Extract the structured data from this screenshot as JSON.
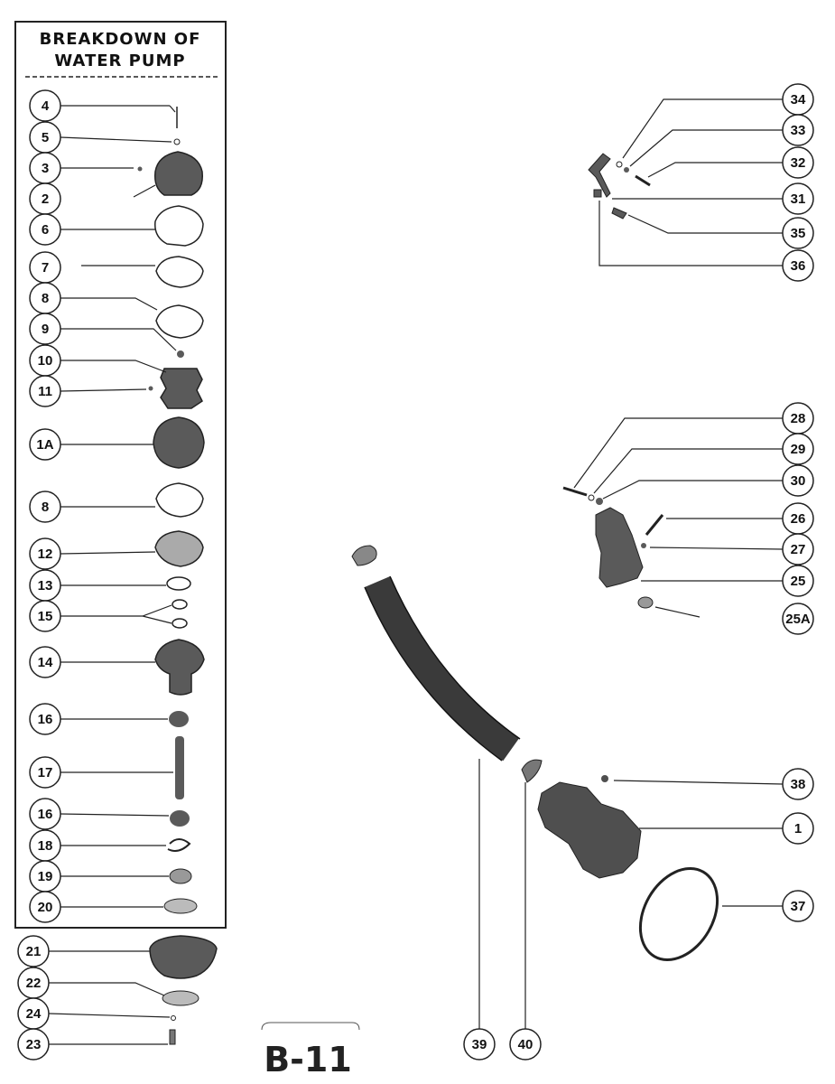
{
  "title": {
    "line1": "BREAKDOWN OF",
    "line2": "WATER PUMP"
  },
  "page_label": "B-11",
  "callouts": {
    "left": [
      "4",
      "5",
      "3",
      "2",
      "6",
      "7",
      "8",
      "9",
      "10",
      "11",
      "1A",
      "8",
      "12",
      "13",
      "15",
      "14",
      "16",
      "17",
      "16",
      "18",
      "19",
      "20",
      "21",
      "22",
      "24",
      "23"
    ],
    "upper_right": [
      "34",
      "33",
      "32",
      "31",
      "35",
      "36"
    ],
    "mid_right": [
      "28",
      "29",
      "30",
      "26",
      "27",
      "25",
      "25A"
    ],
    "lower_right": [
      "38",
      "1",
      "37"
    ],
    "bottom": [
      "39",
      "40"
    ]
  },
  "colors": {
    "ink": "#222222",
    "part_fill": "#5a5a5a",
    "paper": "#ffffff"
  }
}
